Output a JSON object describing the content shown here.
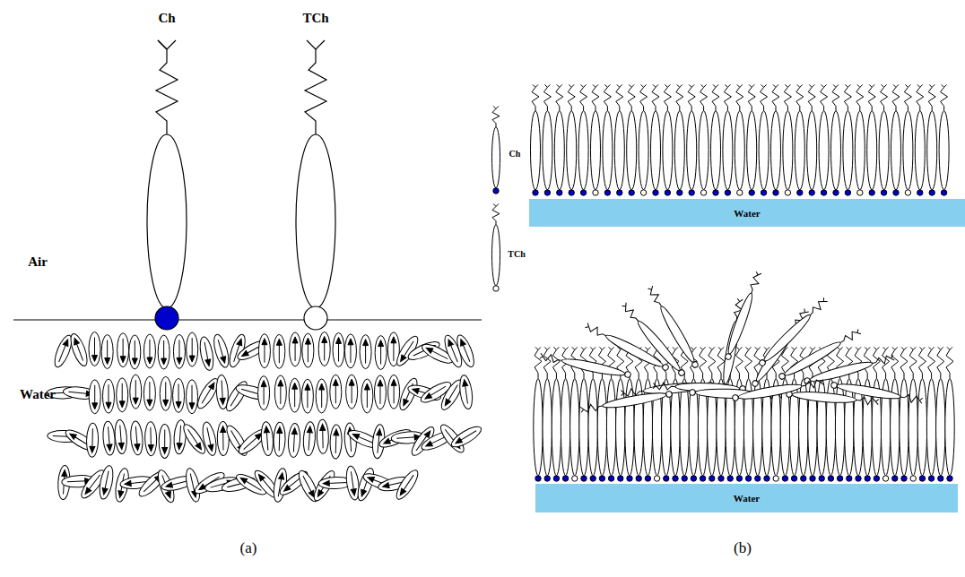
{
  "diagram": {
    "nodes": [
      {
        "text": [
          "Water"
        ]
      },
      {
        "text": [
          "Water"
        ]
      }
    ],
    "labels": [
      "Ch",
      "TCh",
      "Air",
      "Water",
      "(a)",
      "(b)"
    ],
    "legend": [
      {
        "text": "Ch"
      },
      {
        "text": "TCh"
      }
    ]
  }
}
